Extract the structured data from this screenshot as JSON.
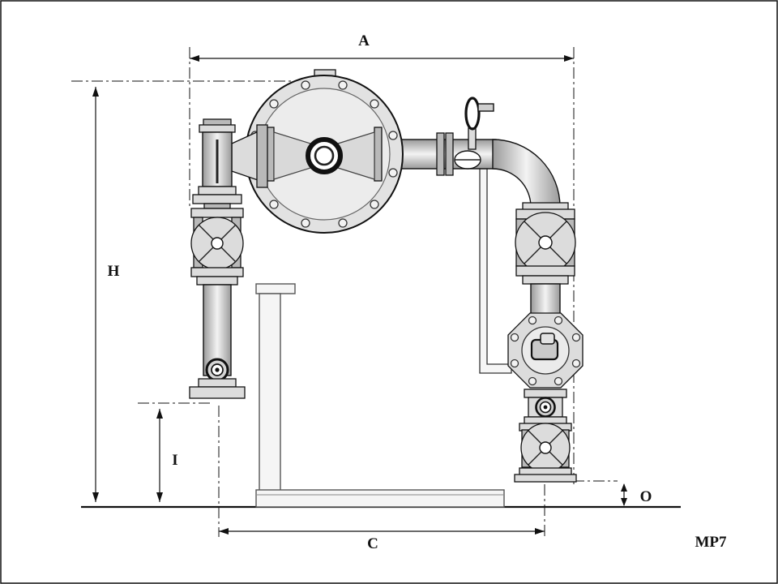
{
  "labels": {
    "dim_a": "A",
    "dim_h": "H",
    "dim_i": "I",
    "dim_c": "C",
    "dim_o": "O",
    "model": "MP7"
  },
  "colors": {
    "background": "#ffffff",
    "line": "#111111",
    "metal_light": "#dcdcdc",
    "metal_mid": "#b9b9b9",
    "metal_lighter": "#f3f3f3",
    "metal_dark": "#9a9a9a",
    "frame_gray": "#555555"
  }
}
